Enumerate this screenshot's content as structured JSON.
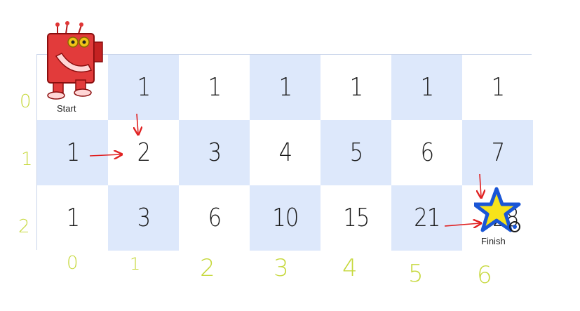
{
  "grid": {
    "rows": [
      [
        "",
        "1",
        "1",
        "1",
        "1",
        "1",
        "1"
      ],
      [
        "1",
        "2",
        "3",
        "4",
        "5",
        "6",
        "7"
      ],
      [
        "1",
        "3",
        "6",
        "10",
        "15",
        "21",
        "28"
      ]
    ],
    "colors": {
      "blue": "#dde8fb",
      "white": "#ffffff"
    }
  },
  "row_labels": [
    "0",
    "1",
    "2"
  ],
  "col_labels": [
    "0",
    "1",
    "2",
    "3",
    "4",
    "5",
    "6"
  ],
  "start": {
    "caption": "Start",
    "icon": "robot-icon"
  },
  "finish": {
    "caption": "Finish",
    "icon": "star-icon"
  },
  "colors": {
    "annotation": "#c6d83c",
    "arrow": "#e02020"
  }
}
